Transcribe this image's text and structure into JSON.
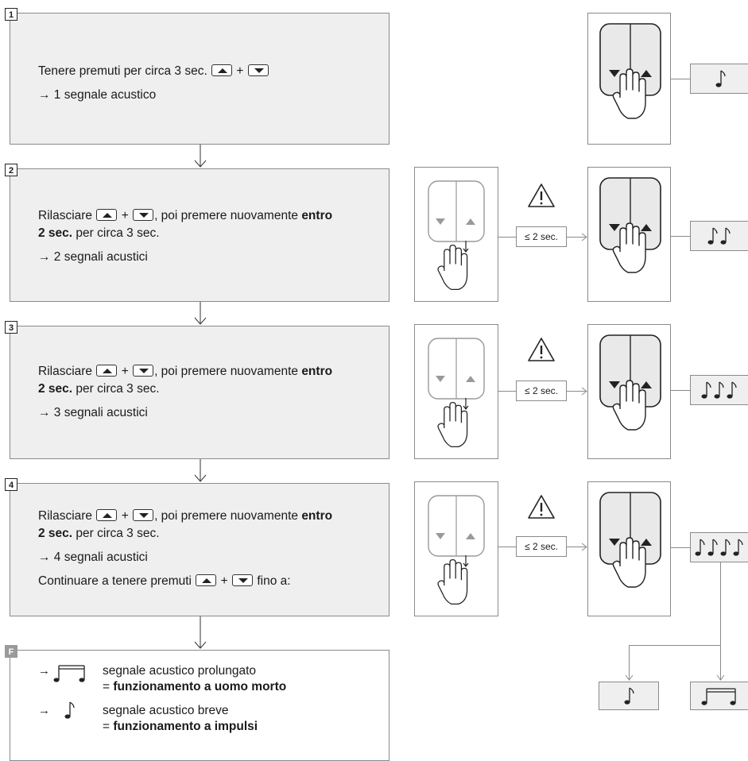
{
  "steps": [
    {
      "number": "1",
      "lines": {
        "a": "Tenere premuti per circa 3 sec.",
        "plus": "+",
        "result": "→ 1 segnale acustico"
      }
    },
    {
      "number": "2",
      "lines": {
        "a": "Rilasciare",
        "plus": "+",
        "b": ", poi premere nuovamente",
        "bold1": "entro",
        "bold2": "2 sec.",
        "c": "per circa 3 sec.",
        "result": "→ 2 segnali acustici"
      }
    },
    {
      "number": "3",
      "lines": {
        "a": "Rilasciare",
        "plus": "+",
        "b": ", poi premere nuovamente",
        "bold1": "entro",
        "bold2": "2 sec.",
        "c": " per circa 3 sec.",
        "result": "→ 3 segnali acustici"
      }
    },
    {
      "number": "4",
      "lines": {
        "a": "Rilasciare",
        "plus": "+",
        "b": ", poi premere nuovamente",
        "bold1": "entro",
        "bold2": "2 sec.",
        "c": "per circa 3 sec.",
        "result": "→ 4 segnali acustici",
        "cont_a": "Continuare a tenere premuti",
        "cont_b": "fino a:"
      }
    }
  ],
  "final": {
    "badge": "F",
    "arrow": "→",
    "long": {
      "text": "segnale acustico prolungato",
      "eq": "= ",
      "bold": "funzionamento a uomo morto"
    },
    "short": {
      "text": "segnale acustico breve",
      "eq": "= ",
      "bold": "funzionamento a impulsi"
    }
  },
  "timing_label": "≤ 2 sec.",
  "icons": {
    "key_up": "triangle-up-keycap-icon",
    "key_down": "triangle-down-keycap-icon",
    "warning": "warning-triangle-icon",
    "hand": "pressing-hand-icon",
    "note": "music-note-icon"
  },
  "colors": {
    "box_fill": "#efefef",
    "border": "#8a8a8a",
    "badge_grey": "#9a9a9a"
  }
}
